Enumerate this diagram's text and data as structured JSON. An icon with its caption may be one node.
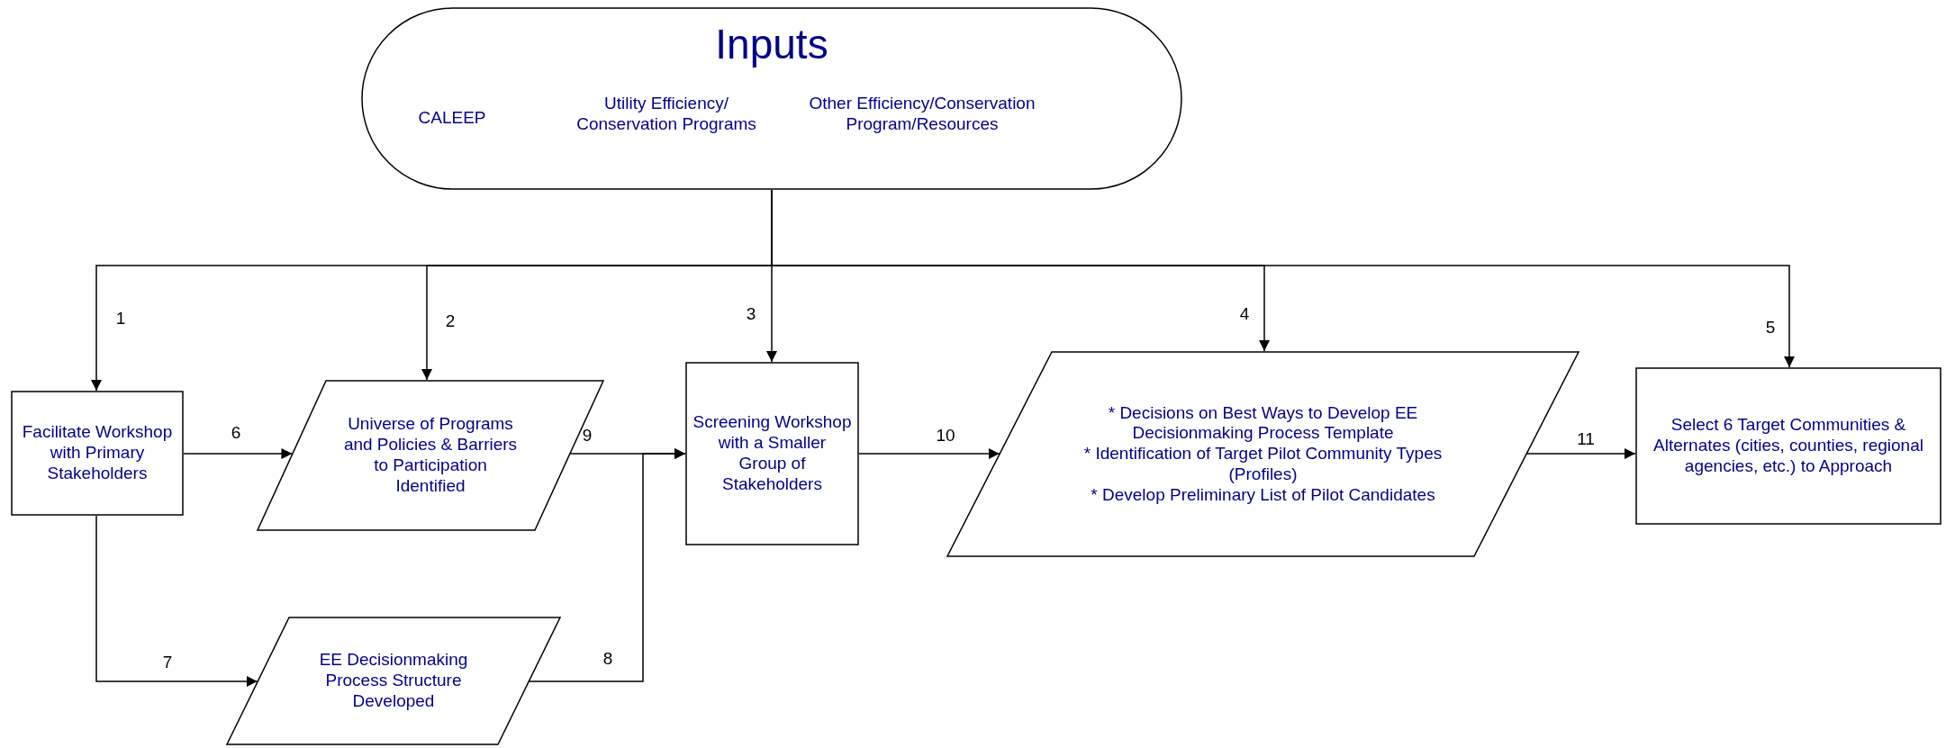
{
  "diagram": {
    "nodes": [
      {
        "text": [
          "Inputs",
          "CALEEP",
          "Utility Efficiency/ Conservation Programs",
          "Other Efficiency/Conservation Program/Resources"
        ]
      },
      {
        "text": [
          "Facilitate Workshop with Primary Stakeholders"
        ]
      },
      {
        "text": [
          "Universe of Programs and Policies & Barriers to Participation Identified"
        ]
      },
      {
        "text": [
          "Screening Workshop with a Smaller Group of Stakeholders"
        ]
      },
      {
        "text": [
          "* Decisions on Best Ways to Develop EE Decisionmaking Process Template",
          "* Identification of Target Pilot Community Types (Profiles)",
          "* Develop Preliminary List of Pilot Candidates"
        ]
      },
      {
        "text": [
          "Select 6 Target Communities & Alternates (cities, counties, regional agencies, etc.) to Approach"
        ]
      },
      {
        "text": [
          "EE Decisionmaking Process Structure Developed"
        ]
      }
    ],
    "edges": [
      {
        "from": 0,
        "to": 1,
        "arrow": "to",
        "label": "1"
      },
      {
        "from": 0,
        "to": 2,
        "arrow": "to",
        "label": "2"
      },
      {
        "from": 0,
        "to": 3,
        "arrow": "to",
        "label": "3"
      },
      {
        "from": 0,
        "to": 4,
        "arrow": "to",
        "label": "4"
      },
      {
        "from": 0,
        "to": 5,
        "arrow": "to",
        "label": "5"
      },
      {
        "from": 1,
        "to": 2,
        "arrow": "to",
        "label": "6"
      },
      {
        "from": 1,
        "to": 6,
        "arrow": "to",
        "label": "7"
      },
      {
        "from": 6,
        "to": 3,
        "arrow": "to",
        "label": "8"
      },
      {
        "from": 2,
        "to": 3,
        "arrow": "to",
        "label": "9"
      },
      {
        "from": 3,
        "to": 4,
        "arrow": "to",
        "label": "10"
      },
      {
        "from": 4,
        "to": 5,
        "arrow": "to",
        "label": "11"
      }
    ]
  }
}
